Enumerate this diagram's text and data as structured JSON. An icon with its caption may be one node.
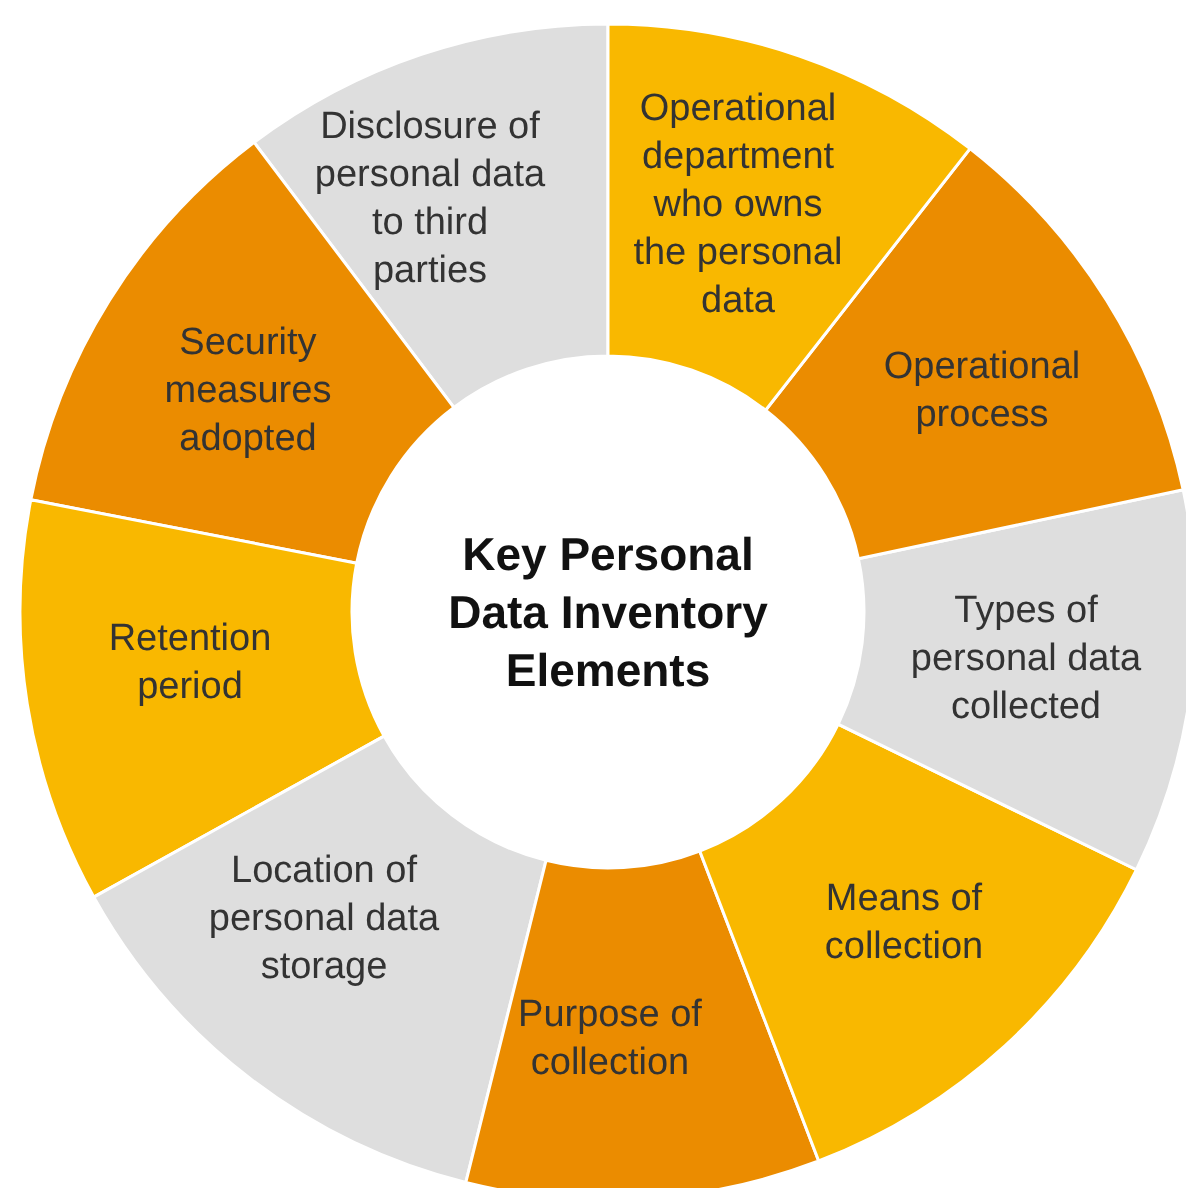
{
  "diagram": {
    "nodes": [
      {
        "text": [
          "Key Personal Data Inventory Elements"
        ]
      },
      {
        "text": [
          "Operational department who owns the personal data"
        ]
      },
      {
        "text": [
          "Operational process"
        ]
      },
      {
        "text": [
          "Types of personal data collected"
        ]
      },
      {
        "text": [
          "Means of collection"
        ]
      },
      {
        "text": [
          "Purpose of collection"
        ]
      },
      {
        "text": [
          "Location of personal data storage"
        ]
      },
      {
        "text": [
          "Retention period"
        ]
      },
      {
        "text": [
          "Security measures adopted"
        ]
      },
      {
        "text": [
          "Disclosure of personal data to third parties"
        ]
      }
    ]
  }
}
